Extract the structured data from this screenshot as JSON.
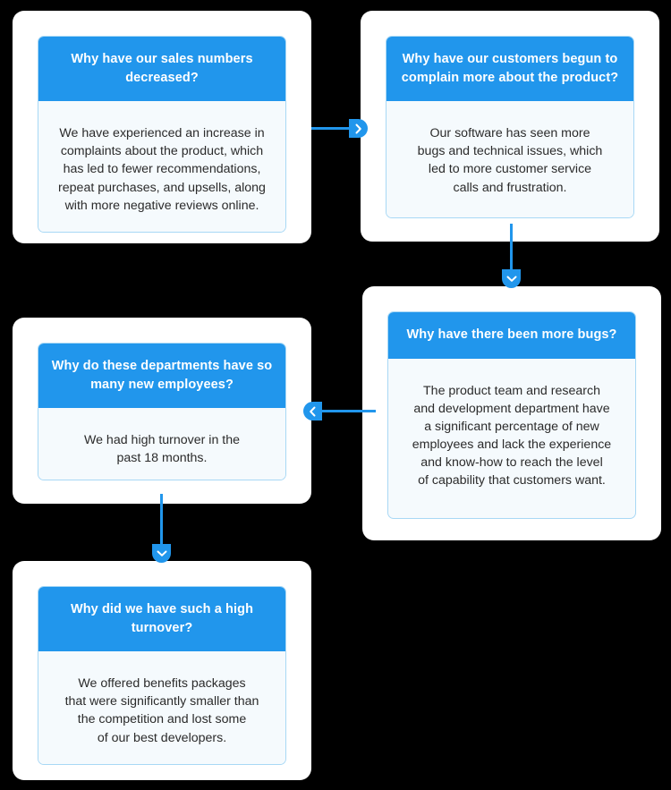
{
  "diagram": {
    "type": "five-whys-flowchart",
    "colors": {
      "background": "#000000",
      "card_surface": "#ffffff",
      "header_blue": "#2196EC",
      "body_fill": "#f5fafd",
      "body_border": "#a8d8f5",
      "connector": "#2196EC",
      "body_text": "#2b2b2b",
      "header_text": "#ffffff"
    },
    "cards": [
      {
        "id": "card-1",
        "question": "Why have our sales numbers\ndecreased?",
        "answer": "We have experienced an increase in\ncomplaints about the product, which\nhas led to fewer recommendations,\nrepeat purchases, and upsells, along\nwith more negative reviews online."
      },
      {
        "id": "card-2",
        "question": "Why have our customers begun to\ncomplain more about the product?",
        "answer": "Our software has seen more\nbugs and technical issues, which\nled to more customer service\ncalls and frustration."
      },
      {
        "id": "card-3",
        "question": "Why have there been more bugs?",
        "answer": "The product team and research\nand development department have\na significant percentage of new\nemployees and lack the experience\nand know-how to reach the level\nof capability that customers want."
      },
      {
        "id": "card-4",
        "question": "Why do these departments have\nso many new employees?",
        "answer": "We had high turnover in the\npast 18 months."
      },
      {
        "id": "card-5",
        "question": "Why did we have such a high\nturnover?",
        "answer": "We offered benefits packages\nthat were significantly smaller than\nthe competition and lost some\nof our best developers."
      }
    ],
    "connectors": [
      {
        "id": "connector-1-to-2",
        "direction": "right",
        "icon": "chevron-right-icon"
      },
      {
        "id": "connector-2-to-3",
        "direction": "down",
        "icon": "chevron-down-icon"
      },
      {
        "id": "connector-3-to-4",
        "direction": "left",
        "icon": "chevron-left-icon"
      },
      {
        "id": "connector-4-to-5",
        "direction": "down",
        "icon": "chevron-down-icon"
      }
    ]
  }
}
